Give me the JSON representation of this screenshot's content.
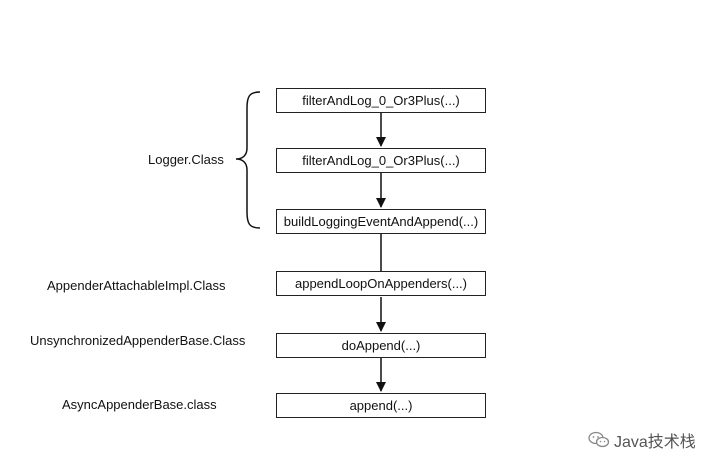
{
  "boxes": [
    "filterAndLog_0_Or3Plus(...)",
    "filterAndLog_0_Or3Plus(...)",
    "buildLoggingEventAndAppend(...)",
    "appendLoopOnAppenders(...)",
    "doAppend(...)",
    "append(...)"
  ],
  "labels": {
    "logger": "Logger.Class",
    "appender_attachable": "AppenderAttachableImpl.Class",
    "unsynchronized": "UnsynchronizedAppenderBase.Class",
    "async": "AsyncAppenderBase.class"
  },
  "watermark": {
    "text": "Java技术栈",
    "icon": "wechat-icon"
  }
}
